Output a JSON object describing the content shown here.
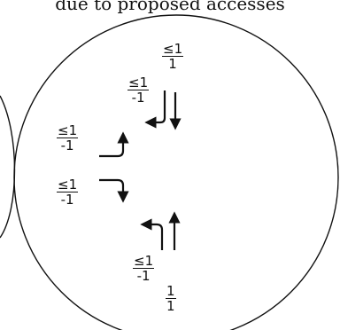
{
  "diagram": {
    "caption": "due to proposed accesses",
    "counts": {
      "a": {
        "num": "≤1",
        "den": "1"
      },
      "b": {
        "num": "≤1",
        "den": "-1"
      },
      "c": {
        "num": "≤1",
        "den": "-1"
      },
      "d": {
        "num": "≤1",
        "den": "-1"
      },
      "e": {
        "num": "≤1",
        "den": "-1"
      },
      "f": {
        "num": "1",
        "den": "1"
      }
    }
  }
}
